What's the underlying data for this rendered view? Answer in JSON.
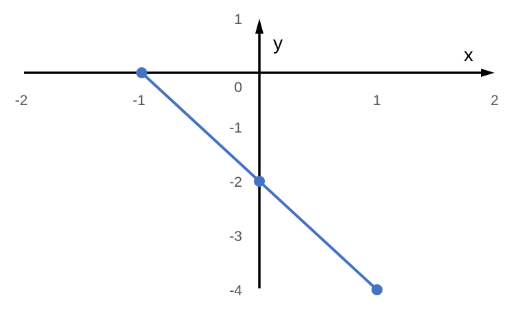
{
  "chart_data": {
    "type": "line",
    "title": "",
    "xlabel": "x",
    "ylabel": "y",
    "xlim": [
      -2,
      2
    ],
    "ylim": [
      -4,
      1
    ],
    "x_ticks": [
      "-2",
      "-1",
      "1",
      "2"
    ],
    "y_ticks": [
      "1",
      "0",
      "-1",
      "-2",
      "-3",
      "-4"
    ],
    "grid": false,
    "legend": "none",
    "series": [
      {
        "color": "#4472C4",
        "points": [
          {
            "x": -1,
            "y": 0
          },
          {
            "x": 0,
            "y": -2
          },
          {
            "x": 1,
            "y": -4
          }
        ]
      }
    ],
    "axis_color": "#000000",
    "tick_label_color": "#555555"
  }
}
